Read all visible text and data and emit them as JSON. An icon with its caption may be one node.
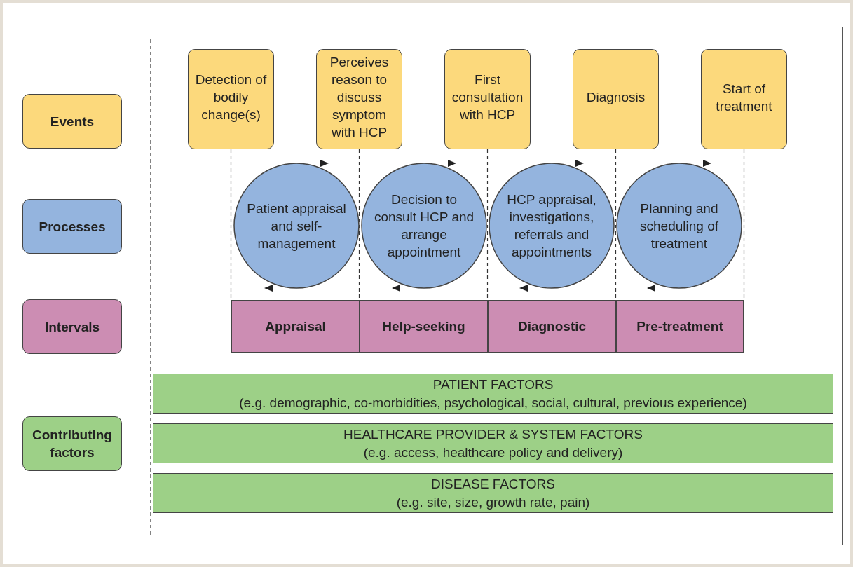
{
  "diagram": {
    "nodes": [
      {
        "text": [
          "Events"
        ]
      },
      {
        "text": [
          "Processes"
        ]
      },
      {
        "text": [
          "Intervals"
        ]
      },
      {
        "text": [
          "Contributing factors"
        ]
      },
      {
        "text": [
          "Detection of bodily change(s)"
        ]
      },
      {
        "text": [
          "Perceives reason to discuss symptom with HCP"
        ]
      },
      {
        "text": [
          "First consultation with HCP"
        ]
      },
      {
        "text": [
          "Diagnosis"
        ]
      },
      {
        "text": [
          "Start of treatment"
        ]
      },
      {
        "text": [
          "Patient appraisal and self-management"
        ]
      },
      {
        "text": [
          "Decision to consult HCP and arrange appointment"
        ]
      },
      {
        "text": [
          "HCP appraisal, investigations, referrals and appointments"
        ]
      },
      {
        "text": [
          "Planning and scheduling of treatment"
        ]
      },
      {
        "text": [
          "Appraisal"
        ]
      },
      {
        "text": [
          "Help-seeking"
        ]
      },
      {
        "text": [
          "Diagnostic"
        ]
      },
      {
        "text": [
          "Pre-treatment"
        ]
      },
      {
        "text": [
          "PATIENT FACTORS",
          "(e.g. demographic, co-morbidities, psychological, social, cultural, previous experience)"
        ]
      },
      {
        "text": [
          "HEALTHCARE PROVIDER & SYSTEM FACTORS",
          "(e.g. access, healthcare policy and delivery)"
        ]
      },
      {
        "text": [
          "DISEASE FACTORS",
          "(e.g. site, size, growth rate, pain)"
        ]
      }
    ],
    "edges": [
      {
        "from": 4,
        "to": 13,
        "arrow": "none",
        "style": "dashed"
      },
      {
        "from": 5,
        "to": 13,
        "arrow": "none",
        "style": "dashed"
      },
      {
        "from": 6,
        "to": 14,
        "arrow": "none",
        "style": "dashed"
      },
      {
        "from": 7,
        "to": 16,
        "arrow": "none",
        "style": "dashed"
      },
      {
        "from": 8,
        "to": 16,
        "arrow": "none",
        "style": "dashed"
      }
    ]
  }
}
